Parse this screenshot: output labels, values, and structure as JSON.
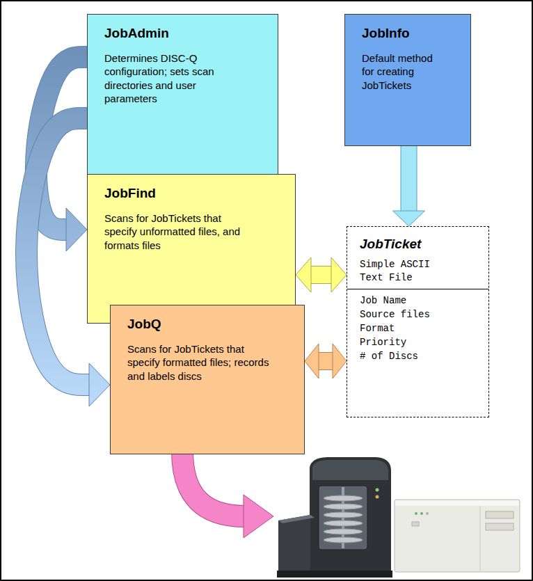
{
  "diagram": {
    "nodes": [
      {
        "text": [
          "JobAdmin",
          "Determines DISC-Q configuration; sets scan directories and user parameters"
        ]
      },
      {
        "text": [
          "JobInfo",
          "Default method for creating JobTickets"
        ]
      },
      {
        "text": [
          "JobFind",
          "Scans for JobTickets that specify unformatted files, and formats files"
        ]
      },
      {
        "text": [
          "JobTicket",
          "Simple ASCII Text File",
          "Job Name",
          "Source files",
          "Format",
          "Priority",
          "# of Discs"
        ]
      },
      {
        "text": [
          "JobQ",
          "Scans for JobTickets that specify formatted files; records and labels discs"
        ]
      }
    ],
    "edges": [
      {
        "from": 0,
        "to": 2,
        "arrow": "to"
      },
      {
        "from": 0,
        "to": 4,
        "arrow": "to"
      },
      {
        "from": 1,
        "to": 3,
        "arrow": "to"
      },
      {
        "from": 2,
        "to": 3,
        "arrow": "both"
      },
      {
        "from": 4,
        "to": 3,
        "arrow": "both"
      }
    ]
  }
}
